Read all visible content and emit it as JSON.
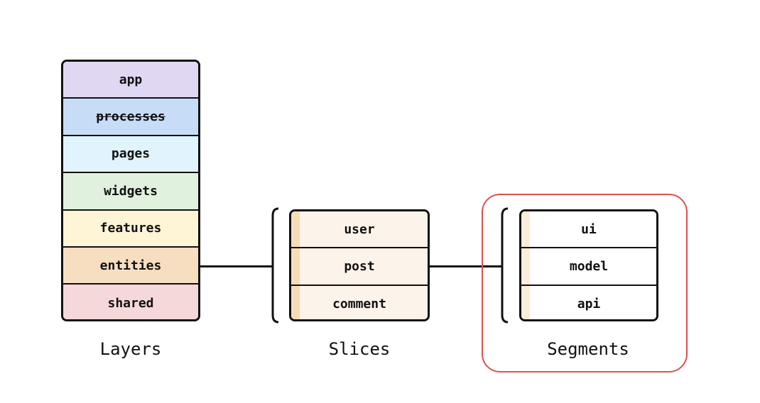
{
  "layers": {
    "caption": "Layers",
    "items": [
      {
        "label": "app",
        "color": "#e0d8f3"
      },
      {
        "label": "processes",
        "color": "#c7ddf7"
      },
      {
        "label": "pages",
        "color": "#e1f3fc"
      },
      {
        "label": "widgets",
        "color": "#e0f1de"
      },
      {
        "label": "features",
        "color": "#fdf5d6"
      },
      {
        "label": "entities",
        "color": "#f8dec0"
      },
      {
        "label": "shared",
        "color": "#f5d8da"
      }
    ]
  },
  "slices": {
    "caption": "Slices",
    "items": [
      {
        "label": "user"
      },
      {
        "label": "post"
      },
      {
        "label": "comment"
      }
    ],
    "color": "#fcf3ea"
  },
  "segments": {
    "caption": "Segments",
    "items": [
      {
        "label": "ui"
      },
      {
        "label": "model"
      },
      {
        "label": "api"
      }
    ],
    "color": "#ffffff",
    "highlight_color": "#d9534f"
  }
}
